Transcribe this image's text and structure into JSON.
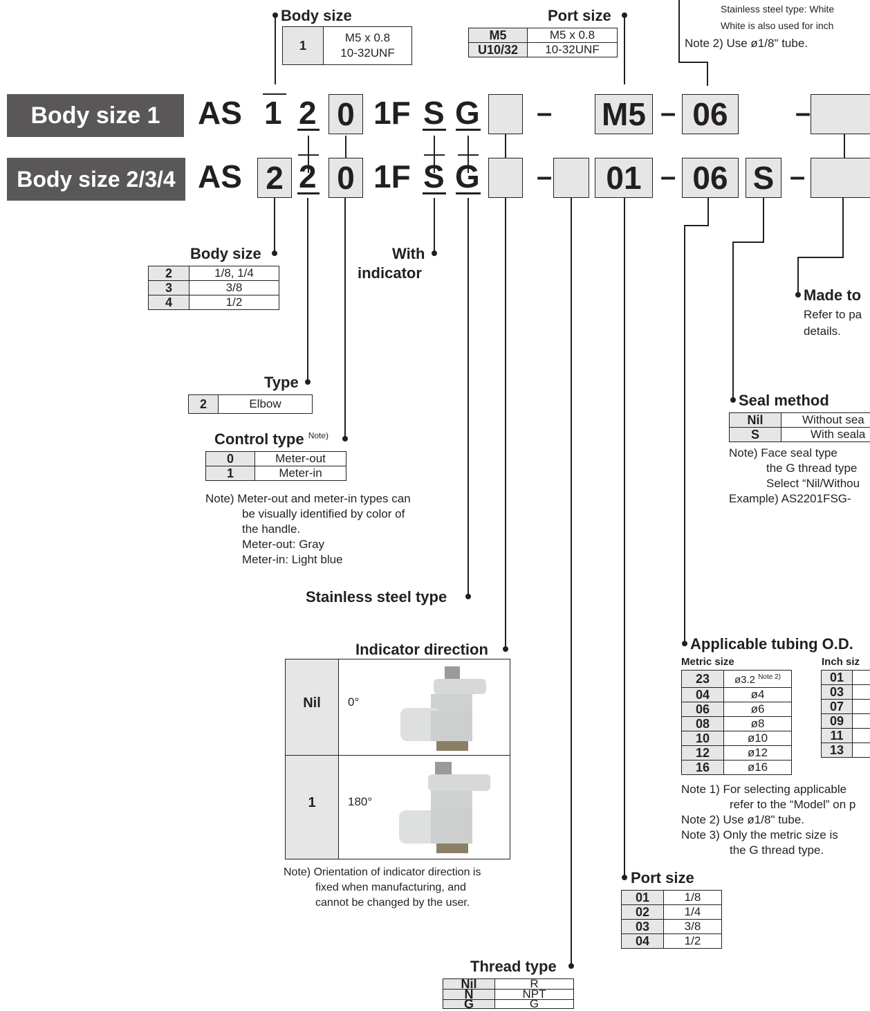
{
  "rows": {
    "size1": {
      "band": "Body size 1",
      "prefix": "AS",
      "c1": "1",
      "c2": "2",
      "c3": "0",
      "c4": "1F",
      "c5": "S",
      "c6": "G",
      "port": "M5",
      "tube": "06"
    },
    "size234": {
      "band": "Body size 2/3/4",
      "prefix": "AS",
      "c1": "2",
      "c2": "2",
      "c3": "0",
      "c4": "1F",
      "c5": "S",
      "c6": "G",
      "port": "01",
      "tube": "06",
      "seal": "S"
    },
    "hyphen": "–"
  },
  "top_note": {
    "line1": "Stainless steel type: White",
    "line2": "White is also used for inch",
    "note2": "Note 2) Use ø1/8\" tube."
  },
  "body_size_1": {
    "title": "Body size",
    "rows": [
      {
        "code": "1",
        "line1": "M5 x 0.8",
        "line2": "10-32UNF"
      }
    ]
  },
  "port_size_1": {
    "title": "Port size",
    "rows": [
      {
        "code": "M5",
        "value": "M5 x 0.8"
      },
      {
        "code": "U10/32",
        "value": "10-32UNF"
      }
    ]
  },
  "body_size_234": {
    "title": "Body size",
    "rows": [
      {
        "code": "2",
        "value": "1/8, 1/4"
      },
      {
        "code": "3",
        "value": "3/8"
      },
      {
        "code": "4",
        "value": "1/2"
      }
    ]
  },
  "with_indicator": {
    "line1": "With",
    "line2": "indicator"
  },
  "type": {
    "title": "Type",
    "rows": [
      {
        "code": "2",
        "value": "Elbow"
      }
    ]
  },
  "control_type": {
    "title": "Control type",
    "note_mark": "Note)",
    "rows": [
      {
        "code": "0",
        "value": "Meter-out"
      },
      {
        "code": "1",
        "value": "Meter-in"
      }
    ],
    "notes": [
      "Note) Meter-out and meter-in types can",
      "be visually identified by color of",
      "the handle.",
      "Meter-out: Gray",
      "Meter-in: Light blue"
    ]
  },
  "stainless": {
    "title": "Stainless steel type"
  },
  "indicator_direction": {
    "title": "Indicator direction",
    "rows": [
      {
        "code": "Nil",
        "angle": "0°"
      },
      {
        "code": "1",
        "angle": "180°"
      }
    ],
    "notes": [
      "Note) Orientation of indicator direction is",
      "fixed when manufacturing, and",
      "cannot be changed by the user."
    ]
  },
  "thread_type": {
    "title": "Thread type",
    "rows": [
      {
        "code": "Nil",
        "value": "R"
      },
      {
        "code": "N",
        "value": "NPT"
      },
      {
        "code": "G",
        "value": "G"
      }
    ]
  },
  "port_size_234": {
    "title": "Port size",
    "rows": [
      {
        "code": "01",
        "value": "1/8"
      },
      {
        "code": "02",
        "value": "1/4"
      },
      {
        "code": "03",
        "value": "3/8"
      },
      {
        "code": "04",
        "value": "1/2"
      }
    ]
  },
  "made_to": {
    "title": "Made to",
    "line1": "Refer to pa",
    "line2": "details."
  },
  "seal_method": {
    "title": "Seal method",
    "rows": [
      {
        "code": "Nil",
        "value": "Without sea"
      },
      {
        "code": "S",
        "value": "With seala"
      }
    ],
    "notes": [
      "Note) Face seal type",
      "the G thread type",
      "Select “Nil/Withou",
      "Example) AS2201FSG-"
    ]
  },
  "tubing": {
    "title": "Applicable tubing O.D.",
    "metric_label": "Metric size",
    "inch_label": "Inch siz",
    "metric_rows": [
      {
        "code": "23",
        "value": "ø3.2",
        "note": "Note 2)"
      },
      {
        "code": "04",
        "value": "ø4"
      },
      {
        "code": "06",
        "value": "ø6"
      },
      {
        "code": "08",
        "value": "ø8"
      },
      {
        "code": "10",
        "value": "ø10"
      },
      {
        "code": "12",
        "value": "ø12"
      },
      {
        "code": "16",
        "value": "ø16"
      }
    ],
    "inch_rows": [
      {
        "code": "01"
      },
      {
        "code": "03"
      },
      {
        "code": "07"
      },
      {
        "code": "09"
      },
      {
        "code": "11"
      },
      {
        "code": "13"
      }
    ],
    "notes": [
      "Note 1) For selecting applicable",
      "refer to the “Model” on p",
      "Note 2) Use ø1/8\" tube.",
      "Note 3) Only the metric size is",
      "the G thread type."
    ]
  }
}
